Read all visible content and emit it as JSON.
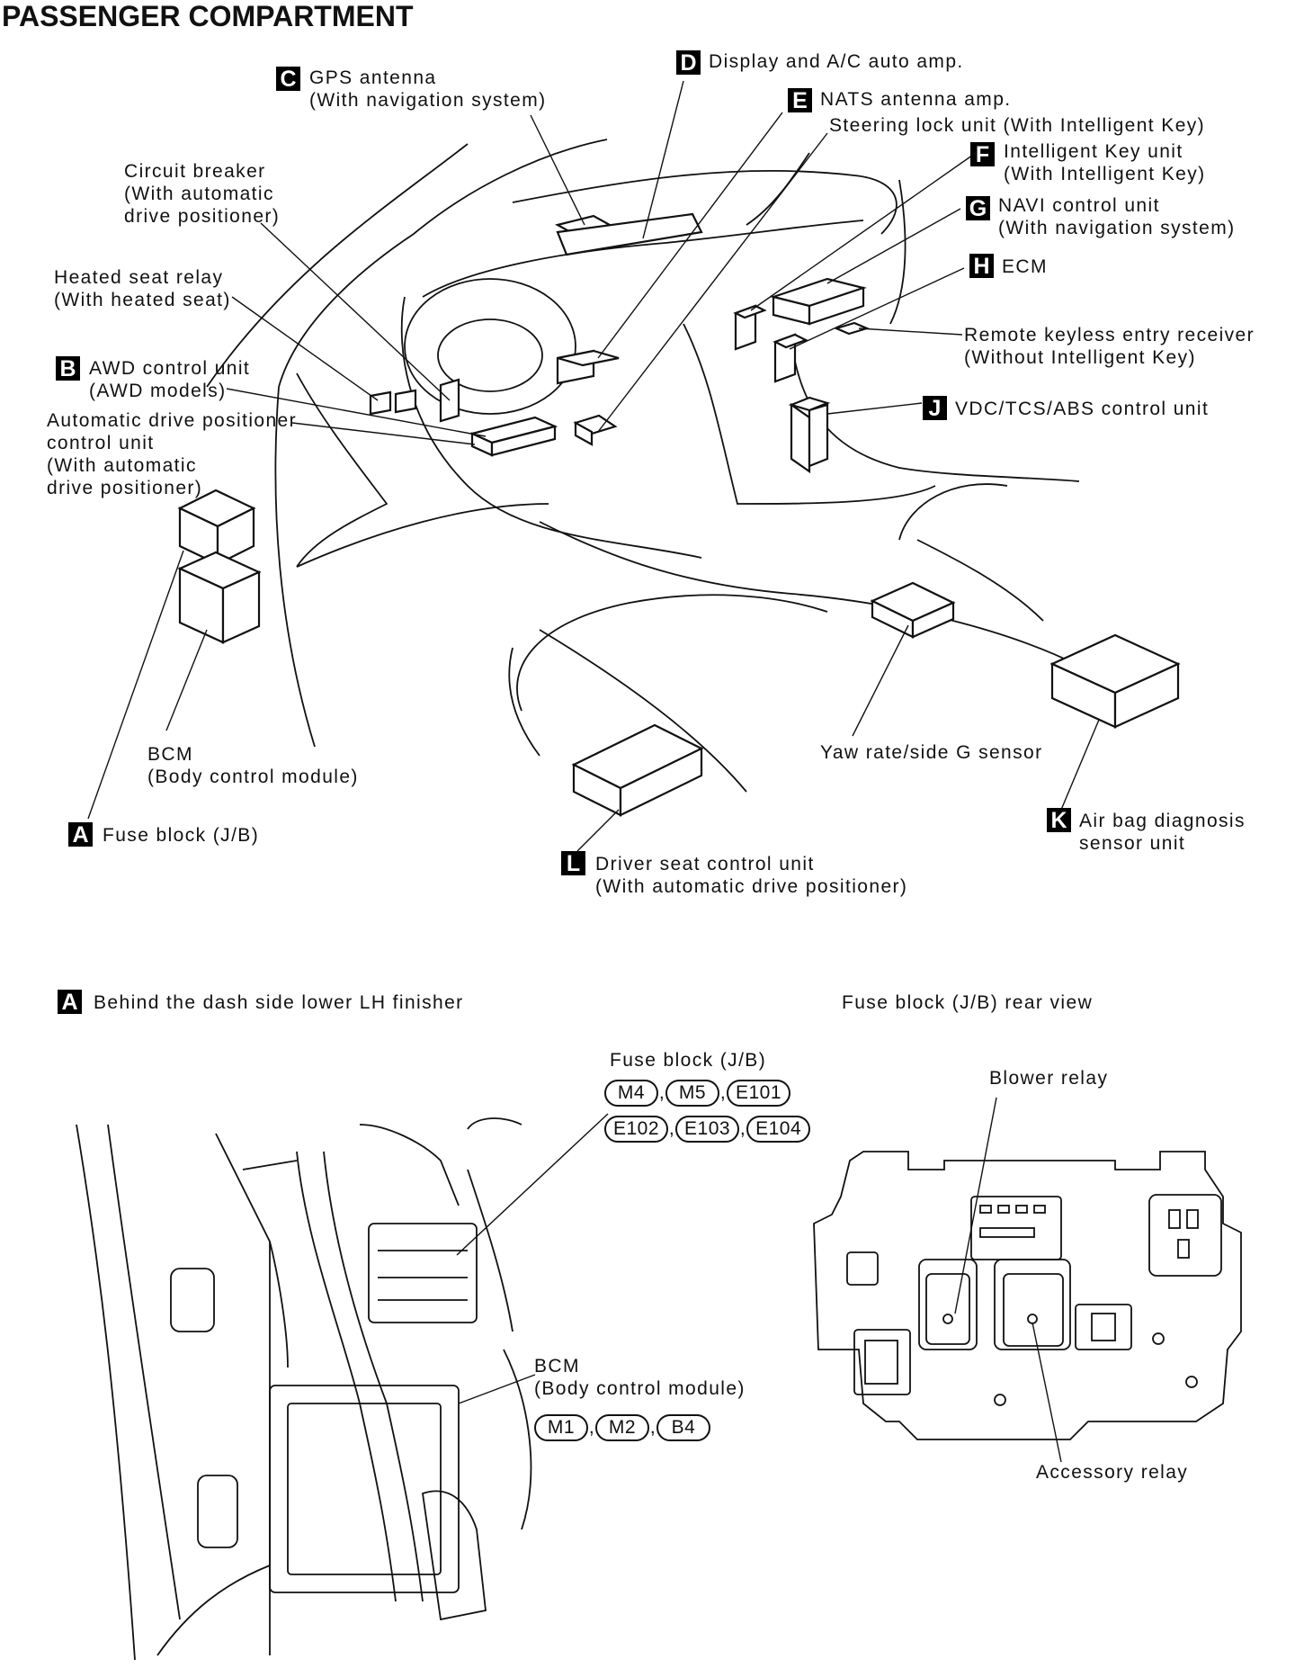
{
  "title": "PASSENGER COMPARTMENT",
  "callouts": {
    "C": {
      "badge": "C",
      "line1": "GPS antenna",
      "line2": "(With navigation system)"
    },
    "D": {
      "badge": "D",
      "line1": "Display and A/C auto amp."
    },
    "E": {
      "badge": "E",
      "line1": "NATS antenna amp."
    },
    "steering": {
      "line1": "Steering lock unit (With Intelligent Key)"
    },
    "F": {
      "badge": "F",
      "line1": "Intelligent Key unit",
      "line2": "(With Intelligent Key)"
    },
    "G": {
      "badge": "G",
      "line1": "NAVI control unit",
      "line2": "(With navigation system)"
    },
    "H": {
      "badge": "H",
      "line1": "ECM"
    },
    "remote": {
      "line1": "Remote keyless entry receiver",
      "line2": "(Without Intelligent Key)"
    },
    "J": {
      "badge": "J",
      "line1": "VDC/TCS/ABS control unit"
    },
    "circuit": {
      "line1": "Circuit breaker",
      "line2": "(With automatic",
      "line3": "drive positioner)"
    },
    "heated": {
      "line1": "Heated seat relay",
      "line2": "(With heated seat)"
    },
    "B": {
      "badge": "B",
      "line1": "AWD control unit",
      "line2": "(AWD models)"
    },
    "adp": {
      "line1": "Automatic drive positioner",
      "line2": "control unit",
      "line3": "(With automatic",
      "line4": "drive positioner)"
    },
    "bcm": {
      "line1": "BCM",
      "line2": "(Body control module)"
    },
    "A": {
      "badge": "A",
      "line1": "Fuse block (J/B)"
    },
    "L": {
      "badge": "L",
      "line1": "Driver seat control unit",
      "line2": "(With automatic drive positioner)"
    },
    "yaw": {
      "line1": "Yaw rate/side G sensor"
    },
    "K": {
      "badge": "K",
      "line1": "Air bag diagnosis",
      "line2": "sensor unit"
    }
  },
  "detail_left": {
    "badge": "A",
    "caption": "Behind the dash side lower LH finisher",
    "fuse_label": "Fuse block (J/B)",
    "fuse_connectors_row1": [
      "M4",
      "M5",
      "E101"
    ],
    "fuse_connectors_row2": [
      "E102",
      "E103",
      "E104"
    ],
    "bcm_line1": "BCM",
    "bcm_line2": "(Body control module)",
    "bcm_connectors": [
      "M1",
      "M2",
      "B4"
    ]
  },
  "detail_right": {
    "caption": "Fuse block (J/B) rear view",
    "blower": "Blower relay",
    "accessory": "Accessory relay"
  }
}
